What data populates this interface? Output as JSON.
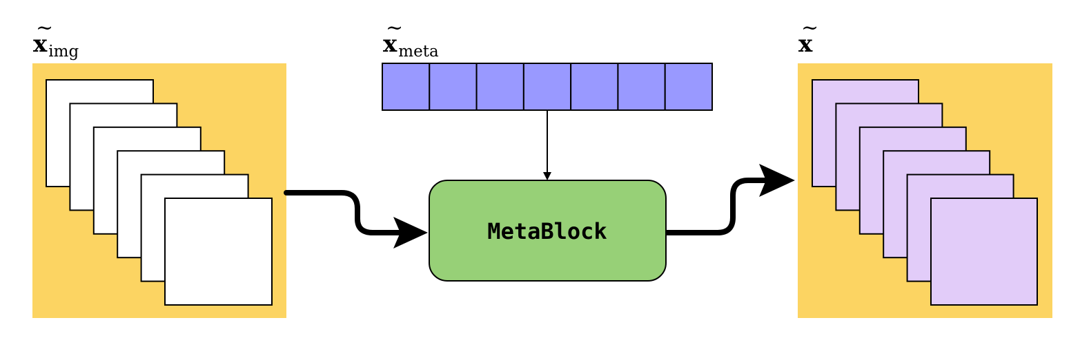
{
  "labels": {
    "input_image": {
      "base": "x",
      "accent": "~",
      "subscript": "img"
    },
    "input_meta": {
      "base": "x",
      "accent": "~",
      "subscript": "meta"
    },
    "output": {
      "base": "x",
      "accent": "~",
      "subscript": ""
    }
  },
  "block": {
    "label": "MetaBlock"
  },
  "meta_vector": {
    "cells": 7
  },
  "feature_maps": {
    "count": 6
  },
  "colors": {
    "panel": "#fcd462",
    "input_map_fill": "#ffffff",
    "output_map_fill": "#e2ccf9",
    "meta_cell_fill": "#9999ff",
    "block_fill": "#97d077",
    "stroke": "#000000"
  }
}
